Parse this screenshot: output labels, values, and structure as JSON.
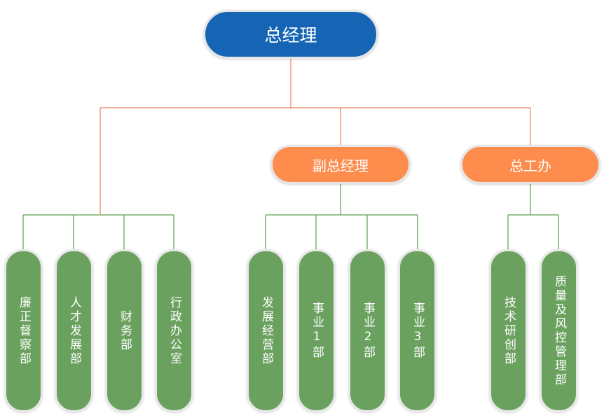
{
  "chart": {
    "root": "总经理",
    "deputy_gm": "副总经理",
    "gm_office": "总工办",
    "depts": {
      "lianzheng": "廉正督察部",
      "rencai": "人才发展部",
      "caiwu": "财务部",
      "xingzheng": "行政办公室",
      "fazhan": "发展经营部",
      "biz1": "事业1部",
      "biz2": "事业2部",
      "biz3": "事业3部",
      "jishu": "技术研创部",
      "zhiliang": "质量及风控管理部"
    }
  },
  "colors": {
    "root": "#1565b4",
    "middle": "#fd8c4d",
    "leaf": "#6aa15f",
    "line_top": "#e8845a",
    "line_leaf": "#5f9a52"
  }
}
